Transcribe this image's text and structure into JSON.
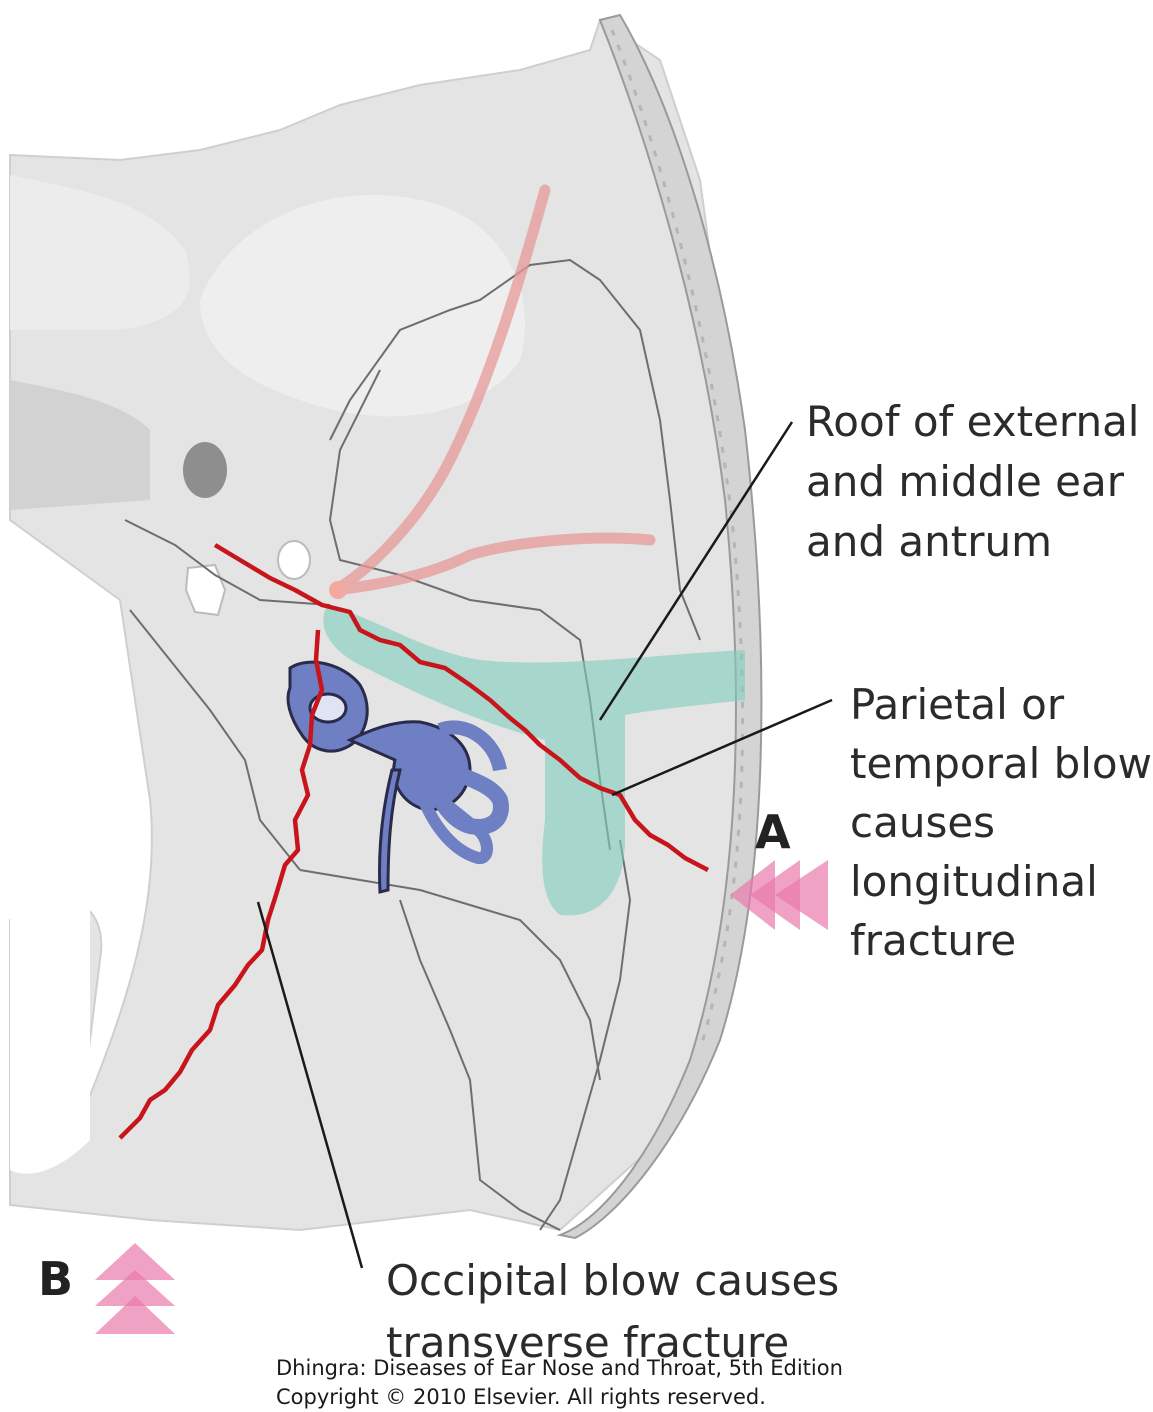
{
  "labels": {
    "roof": [
      "Roof of external",
      "and middle ear",
      "and antrum"
    ],
    "parietal": [
      "Parietal or",
      "temporal blow",
      "causes",
      "longitudinal",
      "fracture"
    ],
    "occipital": [
      "Occipital blow causes",
      "transverse fracture"
    ],
    "marker_a": "A",
    "marker_b": "B"
  },
  "credit": {
    "line1": "Dhingra: Diseases of Ear Nose and Throat, 5th Edition",
    "line2": "Copyright © 2010 Elsevier. All rights reserved."
  },
  "colors": {
    "bone": "#dcdcdc",
    "fracture": "#c8141b",
    "inner_ear": "#6f7fc3",
    "canal": "#7fcfbd",
    "vessel": "#e79a98",
    "arrow": "#e87aaa",
    "text": "#2b2b2b"
  }
}
